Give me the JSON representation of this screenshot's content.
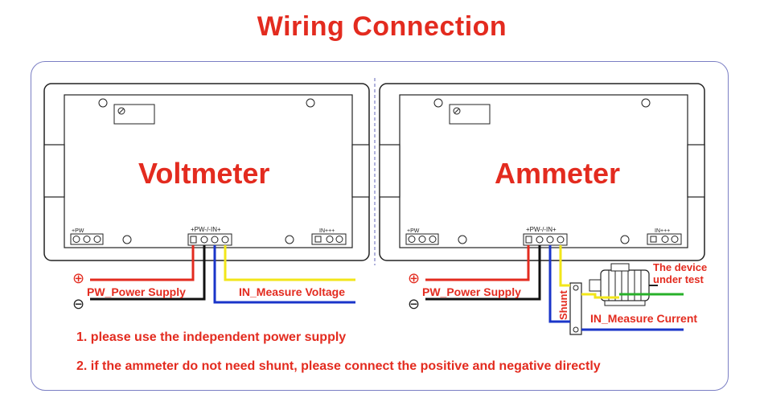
{
  "title": "Wiring Connection",
  "panels": [
    {
      "name": "Voltmeter",
      "left_terminal_label": "+PW",
      "main_terminal_label": "+PW-/-IN+",
      "right_terminal_label": "IN+++",
      "power_label": "PW_Power Supply",
      "measure_label": "IN_Measure Voltage",
      "plus_symbol": "⊕",
      "minus_symbol": "⊖"
    },
    {
      "name": "Ammeter",
      "left_terminal_label": "+PW",
      "main_terminal_label": "+PW-/-IN+",
      "right_terminal_label": "IN+++",
      "power_label": "PW_Power Supply",
      "measure_label": "IN_Measure Current",
      "shunt_label": "Shunt",
      "device_label_line1": "The device",
      "device_label_line2": "under test",
      "plus_symbol": "⊕",
      "minus_symbol": "⊖"
    }
  ],
  "notes": [
    "1. please use the independent power supply",
    "2. if the ammeter do not need shunt, please connect the positive and negative directly"
  ],
  "colors": {
    "title": "#e32b1f",
    "frame": "#7b7fc4",
    "wire_red": "#e32b1f",
    "wire_black": "#111111",
    "wire_yellow": "#f2e61a",
    "wire_blue": "#1a35c9",
    "wire_green": "#27b02a"
  }
}
